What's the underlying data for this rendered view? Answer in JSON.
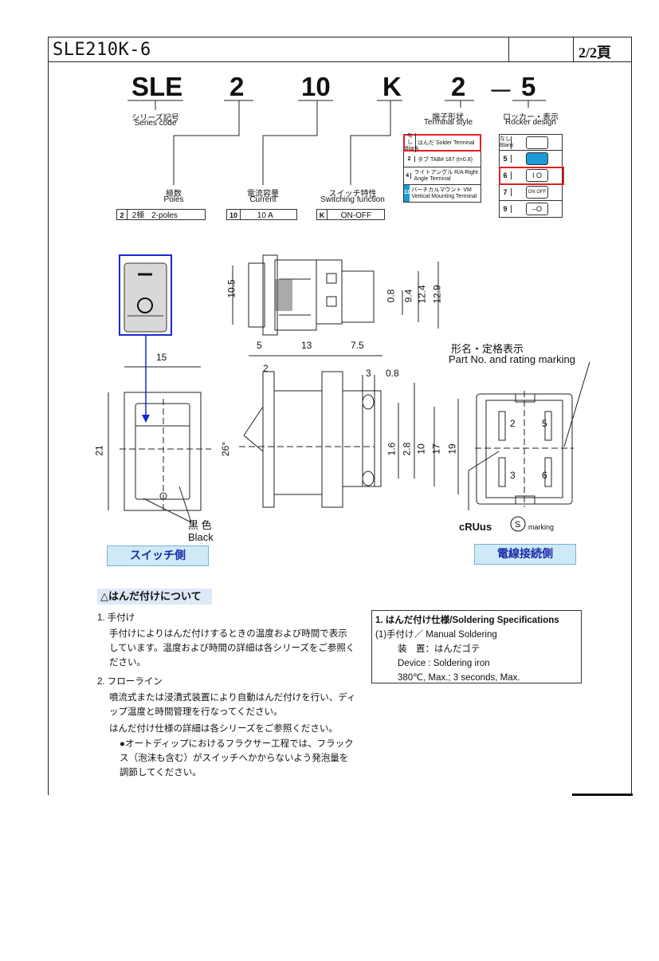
{
  "header": {
    "title": "SLE210K-6",
    "page": "2/2頁"
  },
  "part_code": {
    "segments": [
      "SLE",
      "2",
      "10",
      "K",
      "2",
      "－",
      "5"
    ],
    "series_code": {
      "jp": "シリーズ記号",
      "en": "Series code"
    },
    "poles": {
      "jp": "極数",
      "en": "Poles",
      "option_code": "2",
      "option_jp": "2極",
      "option_en": "2-poles"
    },
    "current": {
      "jp": "電流容量",
      "en": "Current",
      "option_code": "10",
      "option_value": "10 A"
    },
    "switching": {
      "jp": "スイッチ特性",
      "en": "Switching function",
      "option_code": "K",
      "option_value": "ON-OFF"
    },
    "terminal": {
      "jp": "端子形状",
      "en": "Terminal style",
      "options": [
        {
          "code": "なし Blank",
          "label": "はんだ Solder Terminal",
          "selected": true
        },
        {
          "code": "2",
          "label": "タブ TAB# 187 (t=0.8)"
        },
        {
          "code": "4",
          "label": "ライトアングル R/A Right Angle Terminal"
        },
        {
          "code": "11",
          "label": "バーチカルマウント VM Vertical Mounting Terminal"
        }
      ]
    },
    "rocker": {
      "jp": "ロッカー・表示",
      "en": "Rocker design",
      "options": [
        {
          "code": "なし Blank"
        },
        {
          "code": "5"
        },
        {
          "code": "6",
          "selected": true
        },
        {
          "code": "7"
        },
        {
          "code": "9"
        }
      ]
    }
  },
  "drawing": {
    "dims_side": [
      "10.5",
      "0.8",
      "9.4",
      "12.4",
      "12.9"
    ],
    "dims_bottom": [
      "5",
      "13",
      "7.5",
      "2",
      "3",
      "0.8",
      "26°",
      "1.6",
      "2.8",
      "10",
      "17",
      "19"
    ],
    "dims_front": [
      "15",
      "21"
    ],
    "marking_jp": "形名・定格表示",
    "marking_en": "Part No. and rating marking",
    "terminal_labels": [
      "2",
      "5",
      "3",
      "6"
    ],
    "color_jp": "黒 色",
    "color_en": "Black",
    "ul_marking": "marking",
    "caption_switch_side": "スイッチ側",
    "caption_wire_side": "電線接続側"
  },
  "soldering": {
    "heading": "△はんだ付けについて",
    "item1_title": "1. 手付け",
    "item1_body": "手付けによりはんだ付けするときの温度および時間で表示しています。温度および時間の詳細は各シリーズをご参照ください。",
    "item2_title": "2. フローライン",
    "item2_body": "噴流式または浸漬式装置により自動はんだ付けを行い、ディップ温度と時間管理を行なってください。",
    "item2_body2": "はんだ付け仕様の詳細は各シリーズをご参照ください。",
    "item2_bullet": "●オートディップにおけるフラクサー工程では、フラックス（泡沫も含む）がスイッチへかからないよう発泡量を調節してください。"
  },
  "spec": {
    "title": "1. はんだ付け仕様/Soldering Specifications",
    "sub": "(1)手付け／ Manual Soldering",
    "device_jp": "装　置：はんだゴテ",
    "device_en": "Device : Soldering iron",
    "condition": "380℃, Max.; 3 seconds, Max."
  }
}
